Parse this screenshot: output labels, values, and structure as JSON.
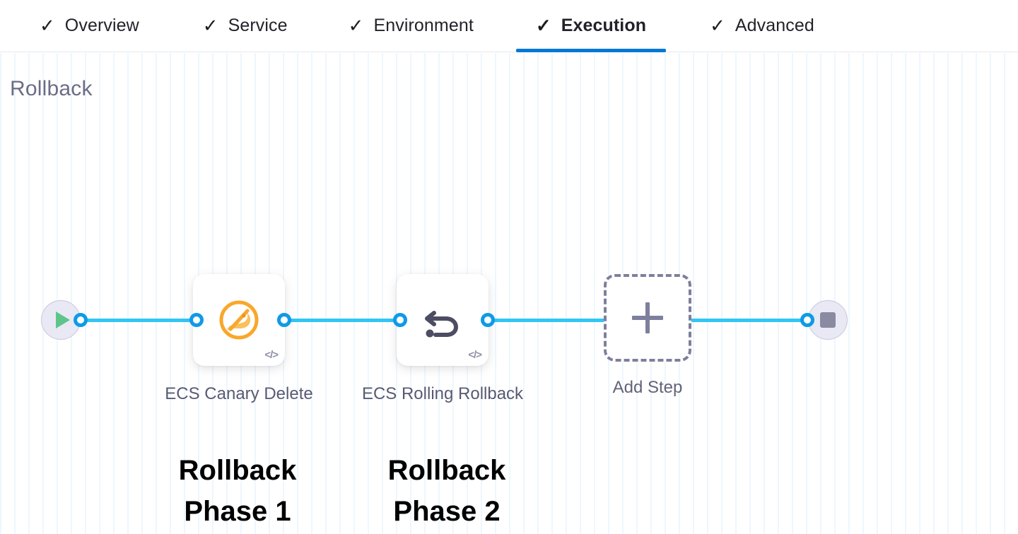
{
  "tabs": [
    {
      "label": "Overview",
      "icon": "check-icon",
      "checked": true,
      "active": false
    },
    {
      "label": "Service",
      "icon": "check-icon",
      "checked": true,
      "active": false
    },
    {
      "label": "Environment",
      "icon": "check-icon",
      "checked": true,
      "active": false
    },
    {
      "label": "Execution",
      "icon": "check-icon",
      "checked": true,
      "active": true
    },
    {
      "label": "Advanced",
      "icon": "check-icon",
      "checked": true,
      "active": false
    }
  ],
  "check_glyph": "✓",
  "canvas": {
    "title": "Rollback",
    "start_node": {
      "name": "start-node",
      "icon": "play-icon"
    },
    "end_node": {
      "name": "end-node",
      "icon": "stop-icon"
    },
    "steps": [
      {
        "caption": "ECS Canary Delete",
        "icon": "ecs-canary-icon",
        "badge_icon": "code-icon",
        "badge_glyph": "</>"
      },
      {
        "caption": "ECS Rolling Rollback",
        "icon": "rollback-arrow-icon",
        "badge_icon": "code-icon",
        "badge_glyph": "</>"
      }
    ],
    "add_step": {
      "label": "Add Step",
      "icon": "plus-icon"
    },
    "annotations": [
      {
        "line1": "Rollback",
        "line2": "Phase 1"
      },
      {
        "line1": "Rollback",
        "line2": "Phase 2"
      }
    ]
  },
  "colors": {
    "active_tab_underline": "#0278d5",
    "connector": "#33c5f3",
    "connector_dot": "#0f9ae8",
    "title": "#6b6d85",
    "ecs_icon": "#f8a733",
    "play": "#5fc48c",
    "stop": "#8a8aa3",
    "terminal_bg": "#e9e9f5",
    "annotation": "#000000"
  }
}
